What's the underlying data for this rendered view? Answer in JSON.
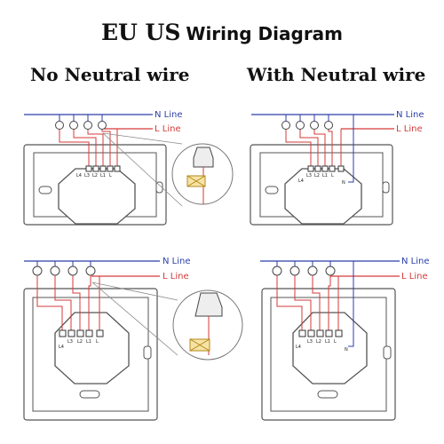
{
  "title": {
    "main": "EU US",
    "sub": "Wiring Diagram"
  },
  "headings": {
    "left": "No Neutral wire",
    "right": "With Neutral wire"
  },
  "line_labels": {
    "n": "N Line",
    "l": "L Line"
  },
  "terminals": {
    "l4": "L4",
    "l3": "L3",
    "l2": "L2",
    "l1": "L1",
    "l": "L",
    "n": "N"
  },
  "colors": {
    "neutral": "#2b3ea8",
    "live": "#d63a3a",
    "panel": "#555555",
    "zoom_box": "#e2b43a"
  }
}
